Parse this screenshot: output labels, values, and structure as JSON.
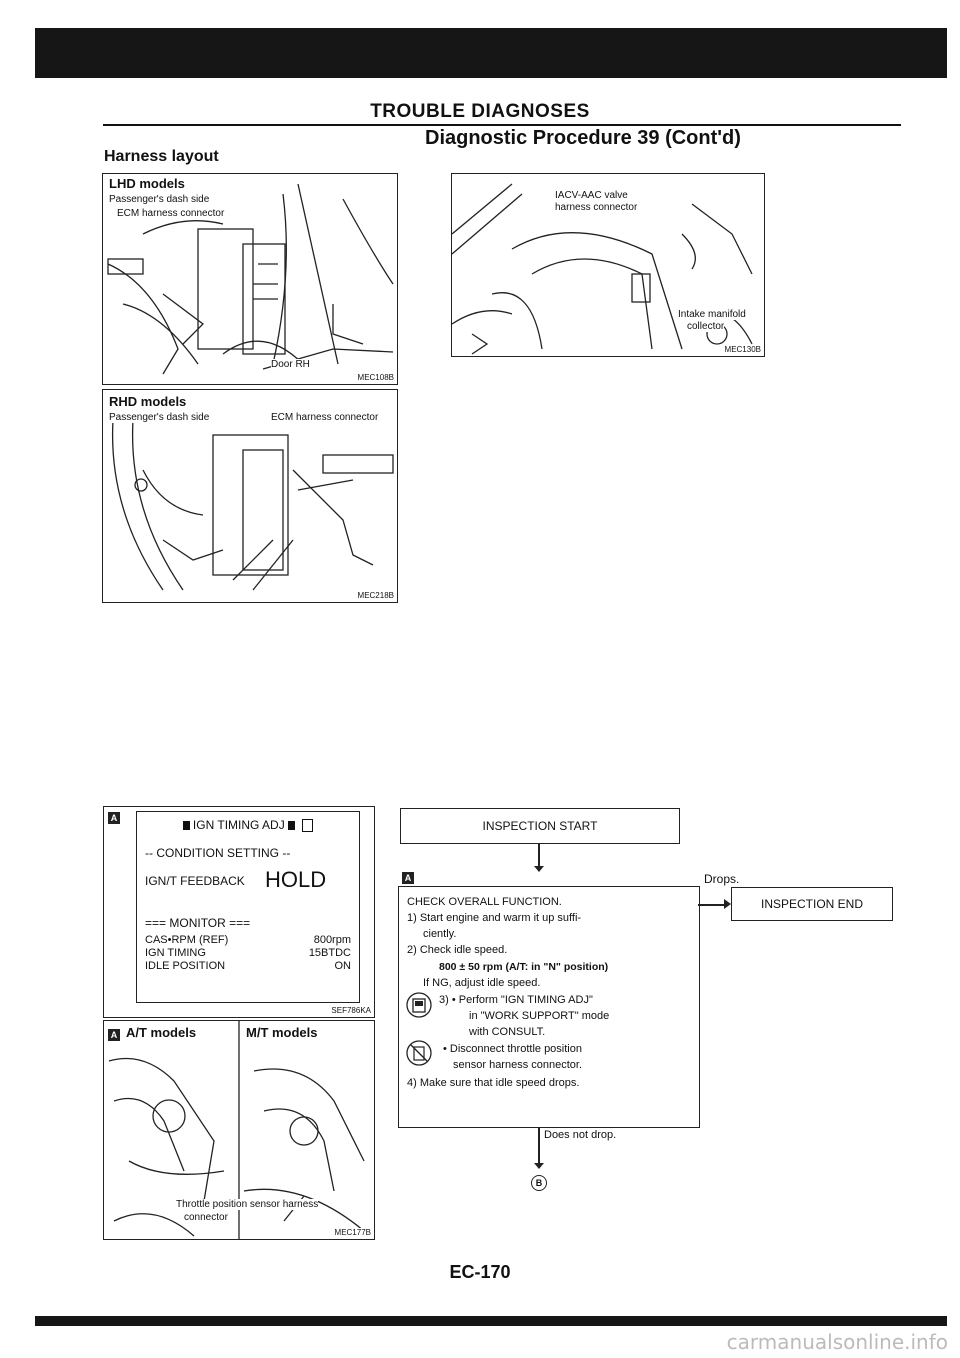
{
  "header": {
    "section_title": "TROUBLE DIAGNOSES",
    "subtitle": "Diagnostic Procedure 39 (Cont'd)",
    "layout_heading": "Harness layout"
  },
  "figures": {
    "lhd": {
      "title": "LHD models",
      "label_side": "Passenger's dash side",
      "label_ecm": "ECM harness connector",
      "label_door": "Door RH",
      "code": "MEC108B"
    },
    "rhd": {
      "title": "RHD models",
      "label_side": "Passenger's dash side",
      "label_ecm": "ECM harness connector",
      "code": "MEC218B"
    },
    "iacv": {
      "label_valve": "IACV-AAC valve",
      "label_conn": "harness connector",
      "label_manifold": "Intake manifold",
      "label_collector": "collector",
      "code": "MEC130B"
    },
    "throttle": {
      "icon": "A",
      "at_title": "A/T models",
      "mt_title": "M/T models",
      "label_sensor": "Throttle position sensor harness",
      "label_conn": "connector",
      "code": "MEC177B"
    }
  },
  "consult": {
    "icon": "A",
    "title": "IGN TIMING ADJ",
    "condition": "-- CONDITION SETTING --",
    "feedback_label": "IGN/T FEEDBACK",
    "feedback_value": "HOLD",
    "monitor": "=== MONITOR ===",
    "rows": [
      {
        "name": "CAS•RPM (REF)",
        "value": "800rpm"
      },
      {
        "name": "IGN TIMING",
        "value": "15BTDC"
      },
      {
        "name": "IDLE POSITION",
        "value": "ON"
      }
    ],
    "code": "SEF786KA"
  },
  "flow": {
    "start": "INSPECTION START",
    "icon": "A",
    "check_title": "CHECK OVERALL FUNCTION.",
    "step1a": "1) Start engine and warm it up suffi-",
    "step1b": "ciently.",
    "step2": "2) Check idle speed.",
    "spec": "800 ± 50 rpm (A/T: in \"N\" position)",
    "ng": "If NG, adjust idle speed.",
    "step3a": "3) • Perform \"IGN TIMING ADJ\"",
    "step3b": "in \"WORK SUPPORT\" mode",
    "step3c": "with CONSULT.",
    "step3d": "• Disconnect throttle position",
    "step3e": "sensor harness connector.",
    "step4": "4) Make sure that idle speed drops.",
    "drops": "Drops.",
    "end": "INSPECTION END",
    "not_drop": "Does not drop.",
    "next": "B",
    "icon_consult": "consult-icon",
    "icon_nocon": "no-tools-icon"
  },
  "footer": {
    "page": "EC-170",
    "watermark": "carmanualsonline.info"
  }
}
